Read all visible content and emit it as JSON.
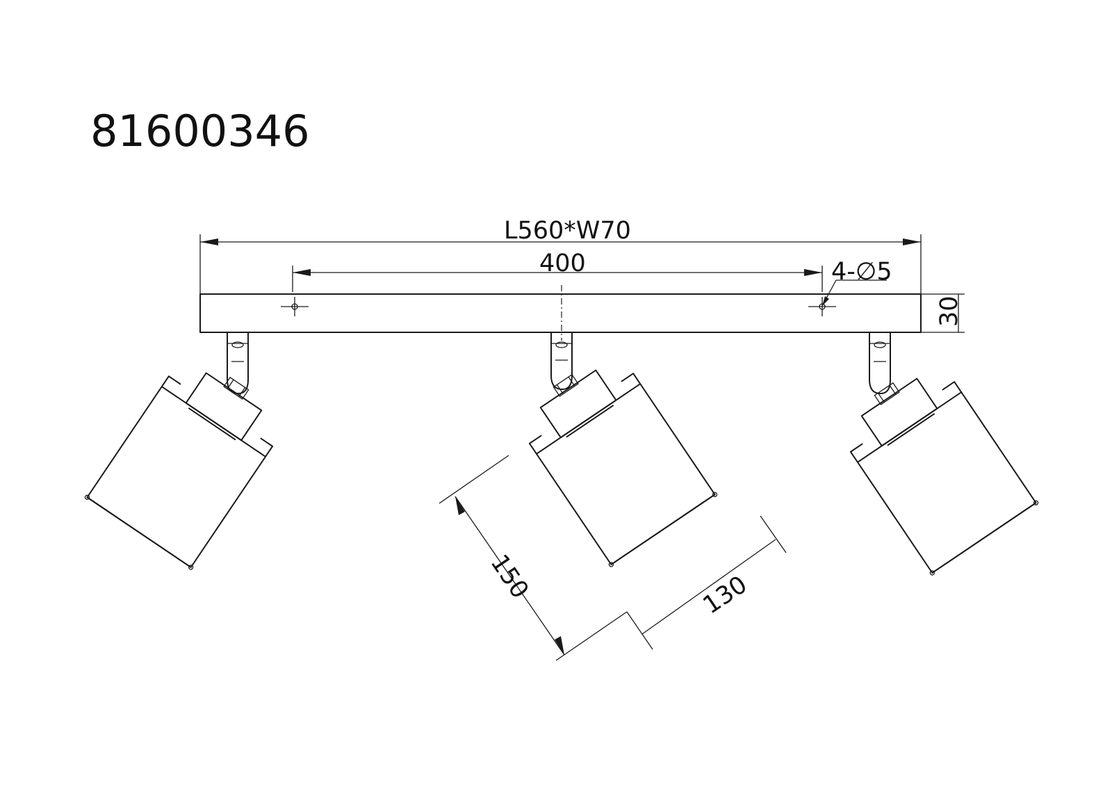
{
  "model_number": "81600346",
  "dimensions": {
    "overall": "L560*W70",
    "hole_spacing": "400",
    "holes": "4-∅5",
    "base_height": "30",
    "shade_height": "150",
    "shade_diameter": "130"
  },
  "colors": {
    "line": "#1a1a1a",
    "background": "#ffffff"
  }
}
